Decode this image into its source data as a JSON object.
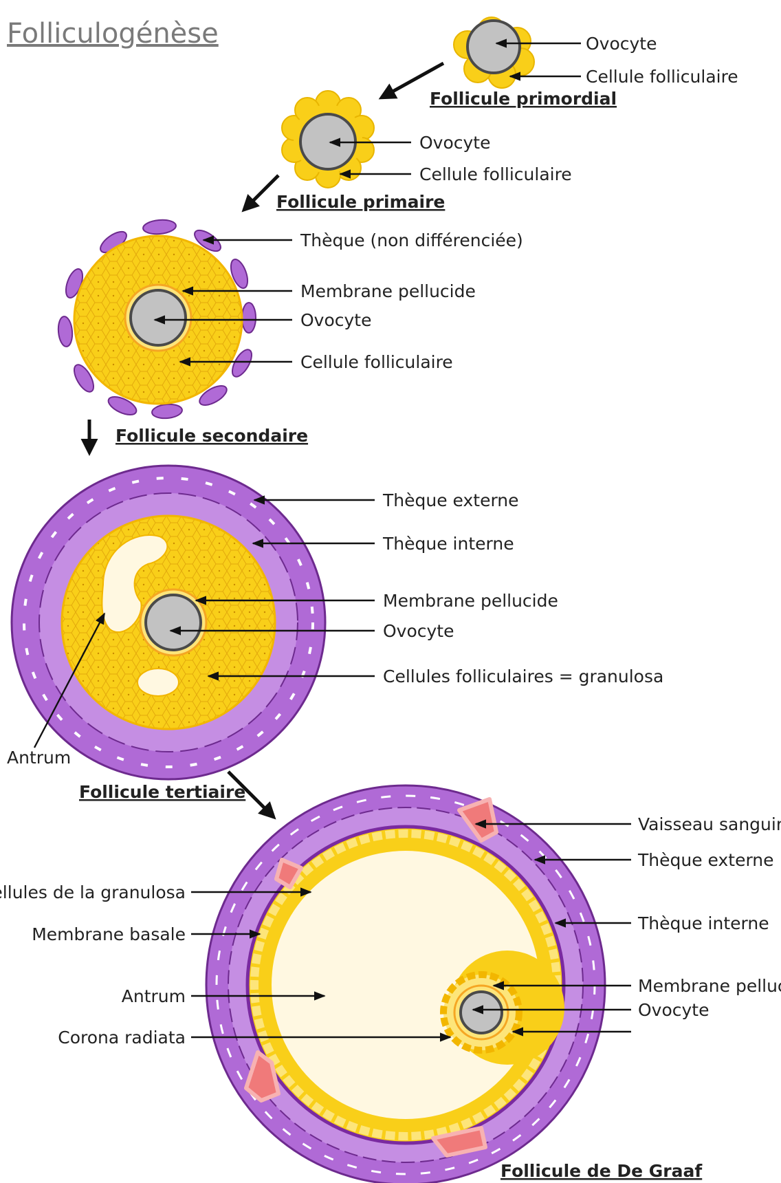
{
  "title": "Folliculogénèse",
  "colors": {
    "granulosa": "#f9cf19",
    "granulosa_light": "#fde57a",
    "oocyte": "#c2c2c2",
    "zona": "#f5a623",
    "theca": "#b06ad6",
    "theca_dark": "#6d2a8e",
    "vessel": "#f07a7a",
    "antrum": "#fff8e1"
  },
  "primordial": {
    "stage": "Follicule primordial",
    "oocyte": "Ovocyte",
    "follicular_cell": "Cellule folliculaire"
  },
  "primary": {
    "stage": "Follicule primaire",
    "oocyte": "Ovocyte",
    "follicular_cell": "Cellule folliculaire"
  },
  "secondary": {
    "stage": "Follicule secondaire",
    "theca": "Thèque (non différenciée)",
    "zona": "Membrane pellucide",
    "oocyte": "Ovocyte",
    "follicular_cell": "Cellule folliculaire"
  },
  "tertiary": {
    "stage": "Follicule tertiaire",
    "theca_externa": "Thèque externe",
    "theca_interna": "Thèque interne",
    "zona": "Membrane pellucide",
    "oocyte": "Ovocyte",
    "granulosa": "Cellules folliculaires = granulosa",
    "antrum": "Antrum"
  },
  "graaf": {
    "stage": "Follicule de De Graaf",
    "vessel": "Vaisseau sanguin",
    "theca_externa": "Thèque externe",
    "theca_interna": "Thèque interne",
    "zona": "Membrane pellucide",
    "oocyte": "Ovocyte",
    "granulosa": "Cellules de la granulosa",
    "basal_membrane": "Membrane basale",
    "antrum": "Antrum",
    "corona": "Corona radiata"
  }
}
